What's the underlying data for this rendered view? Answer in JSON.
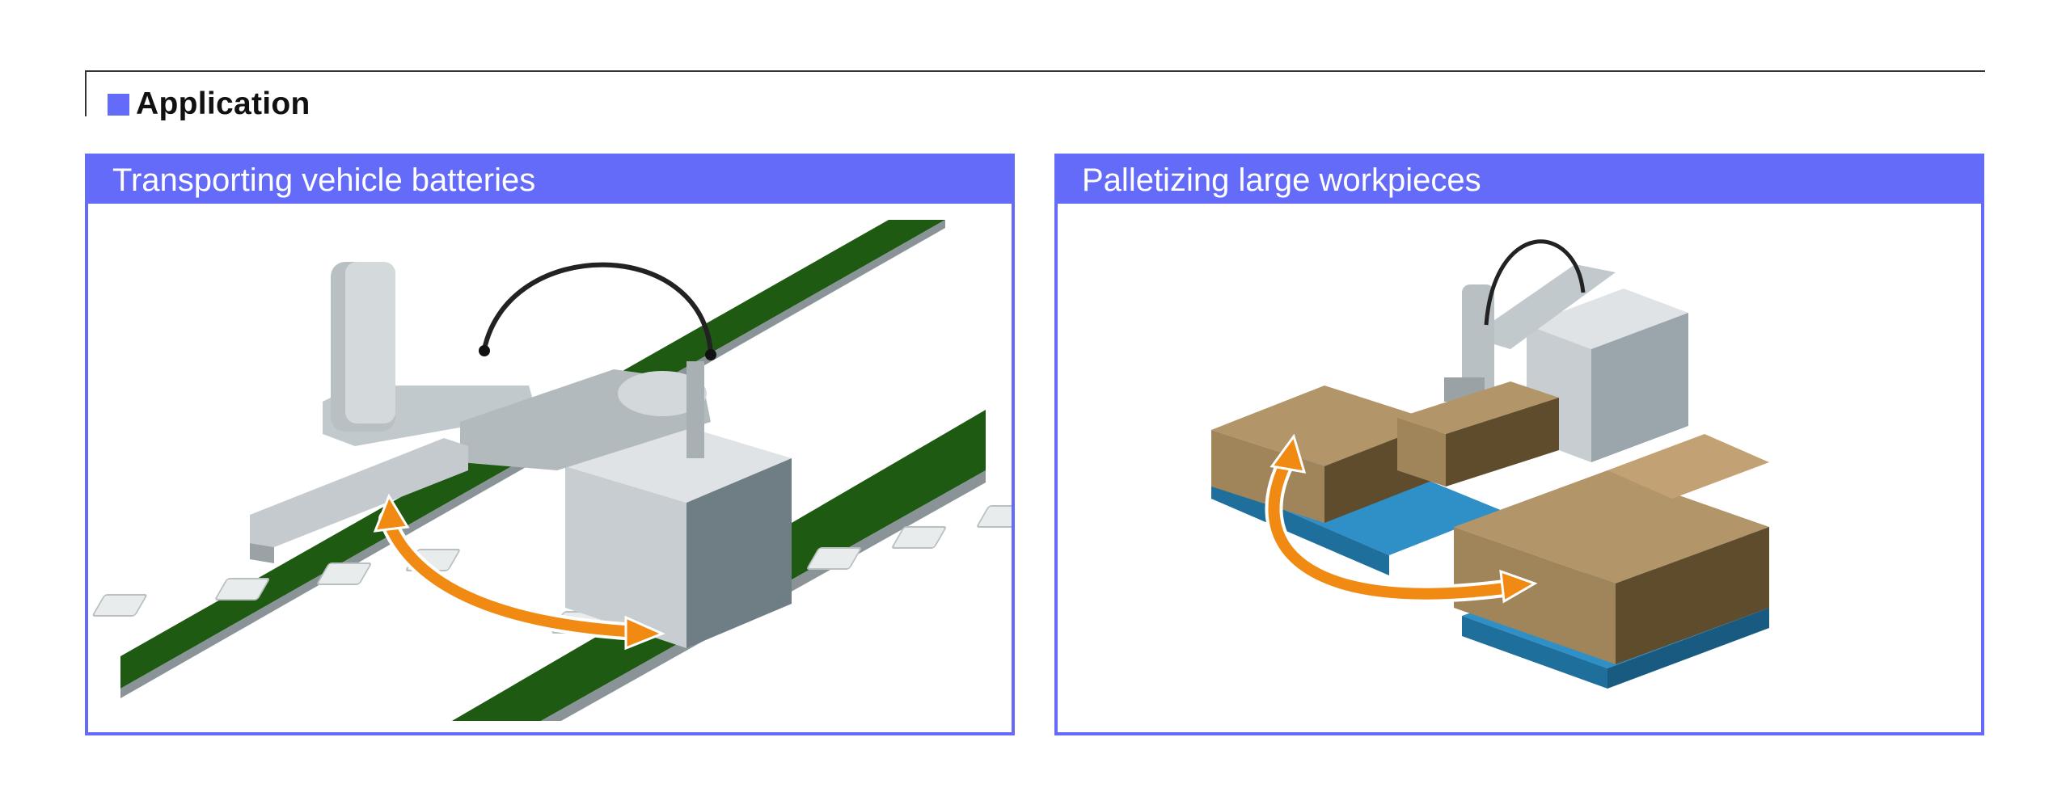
{
  "section": {
    "title": "Application",
    "accent_color": "#636bf8"
  },
  "panels": [
    {
      "title": "Transporting vehicle batteries",
      "illustration": "scara-robot-conveyor-transfer"
    },
    {
      "title": "Palletizing large workpieces",
      "illustration": "scara-robot-box-palletizing"
    }
  ],
  "colors": {
    "conveyor": "#1f5a12",
    "battery": "#e8ecec",
    "robot": "#c2c9cc",
    "arrow": "#f08a12",
    "box": "#a0845a",
    "pallet": "#2f8fc7"
  }
}
